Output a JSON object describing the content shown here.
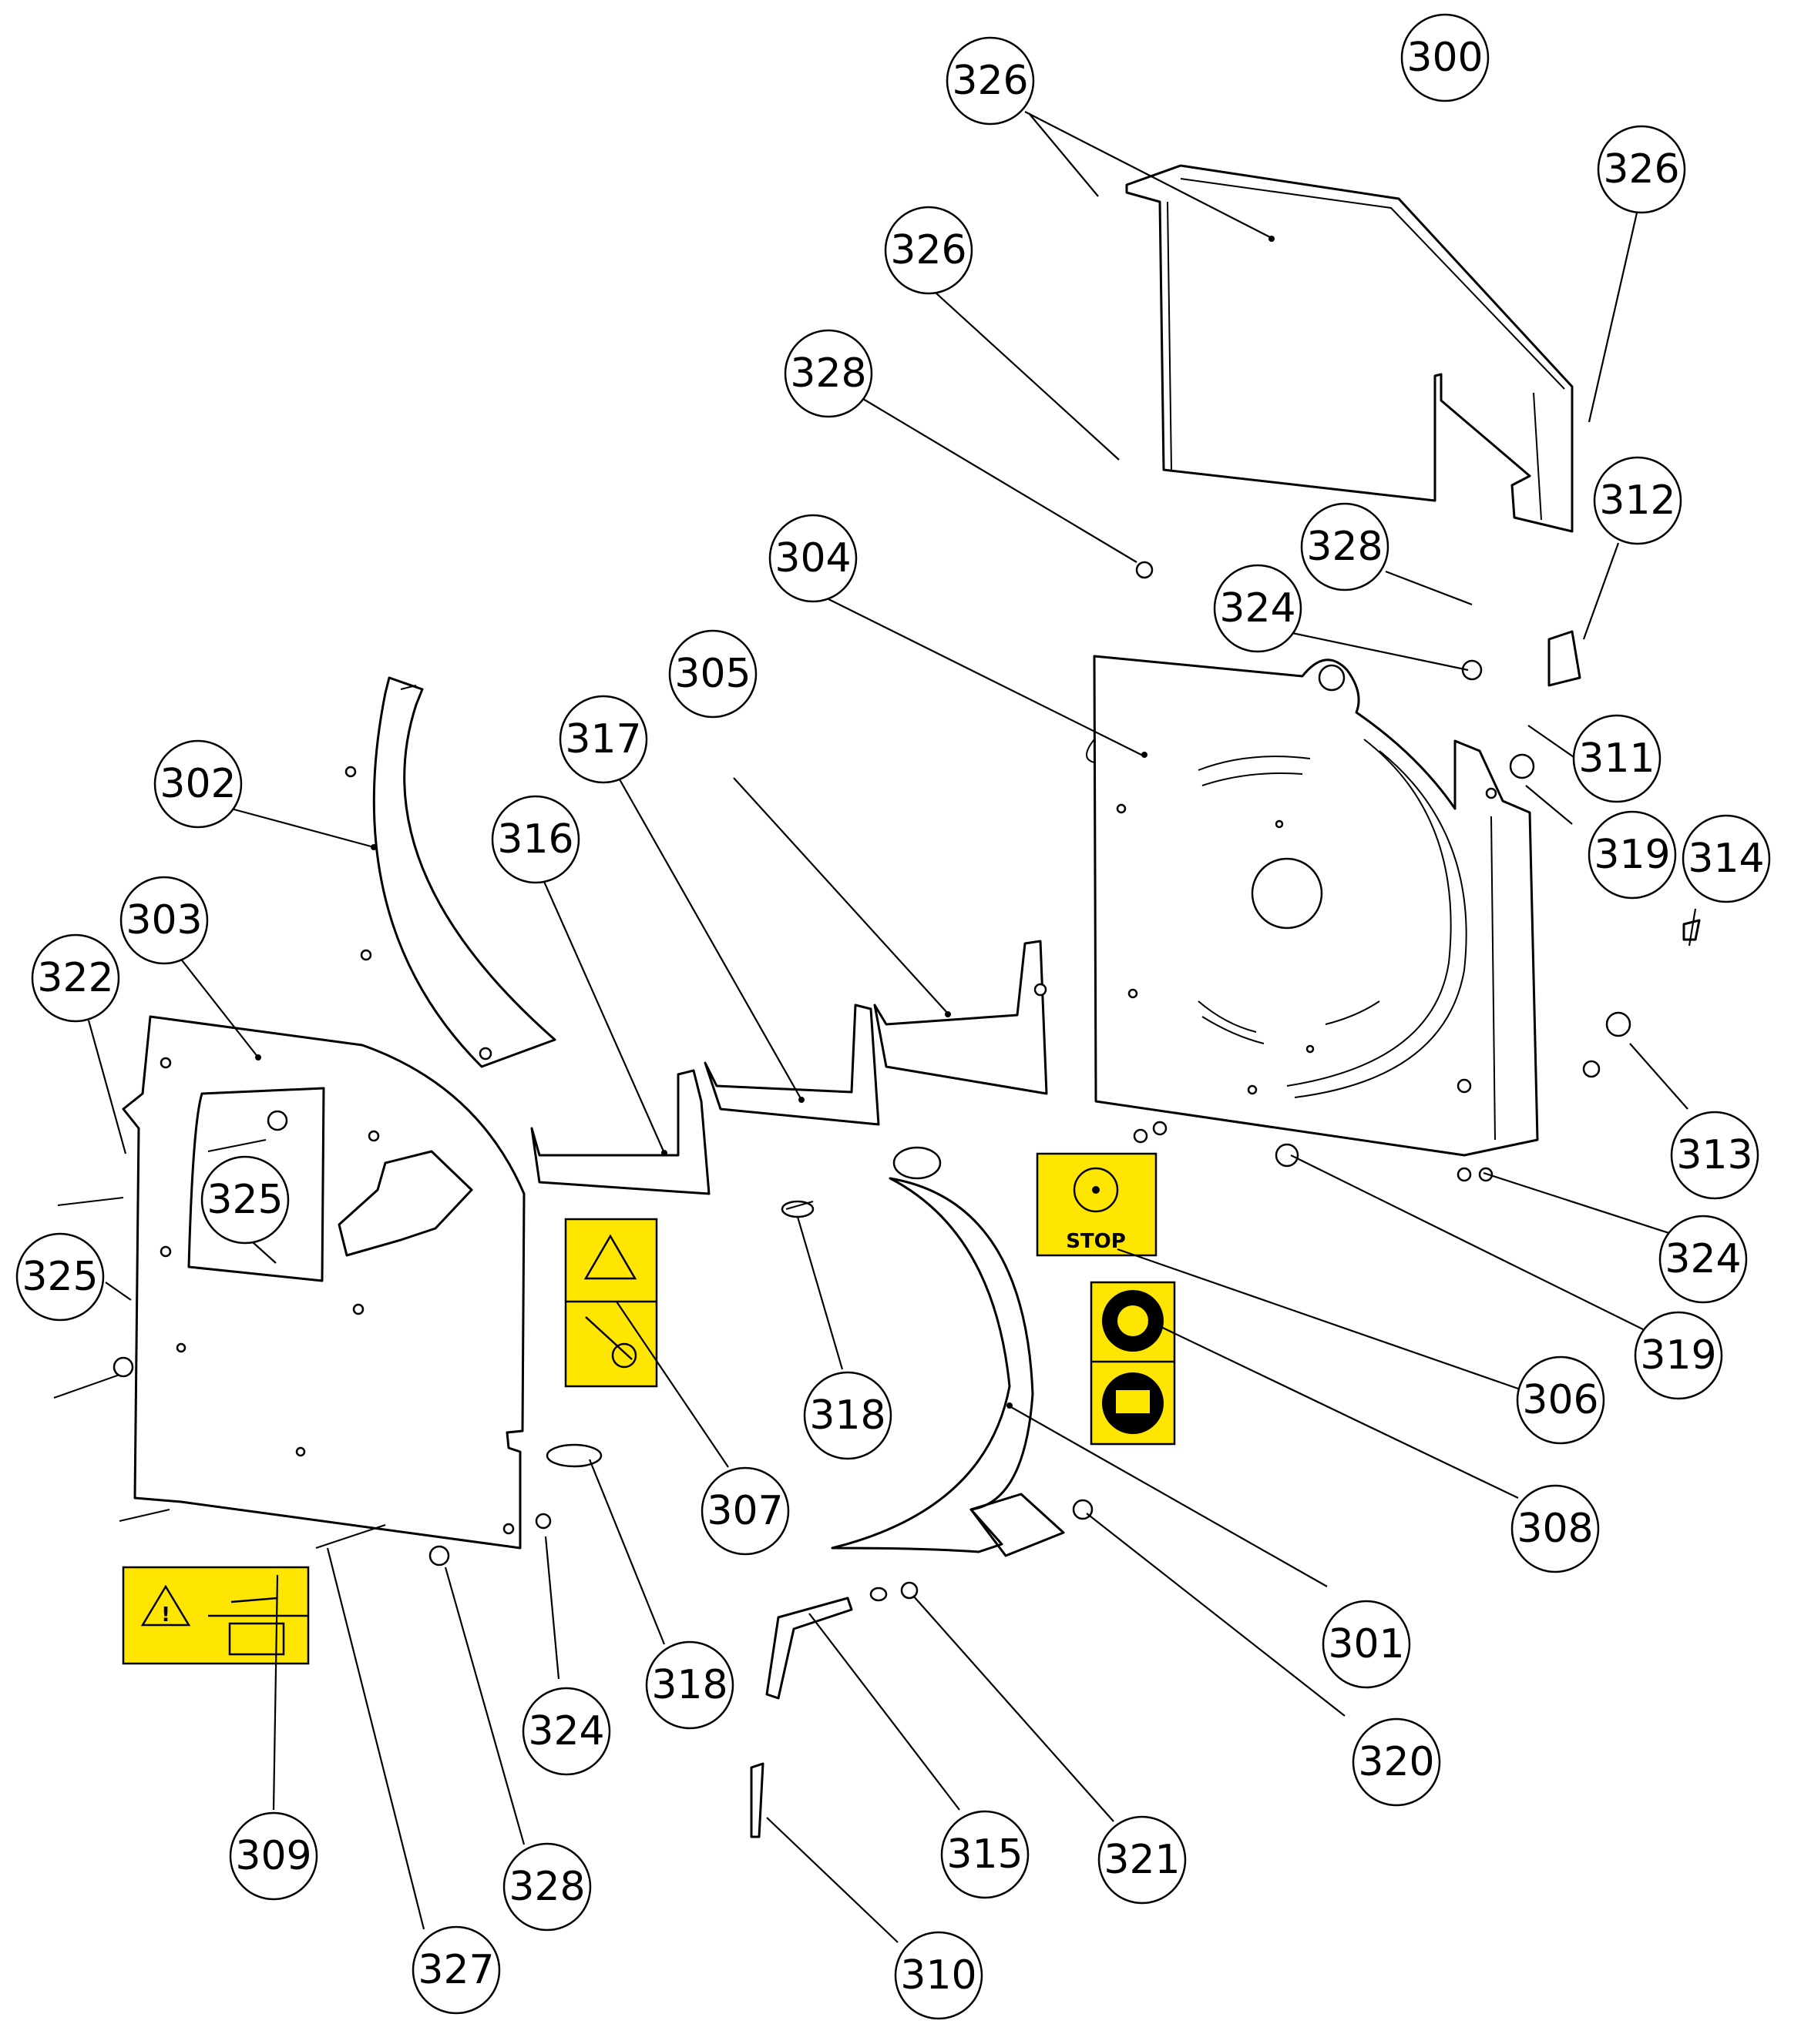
{
  "callouts": [
    {
      "id": "c300",
      "label": "300"
    },
    {
      "id": "c326a",
      "label": "326"
    },
    {
      "id": "c326b",
      "label": "326"
    },
    {
      "id": "c326c",
      "label": "326"
    },
    {
      "id": "c328a",
      "label": "328"
    },
    {
      "id": "c328b",
      "label": "328"
    },
    {
      "id": "c312",
      "label": "312"
    },
    {
      "id": "c304",
      "label": "304"
    },
    {
      "id": "c324a",
      "label": "324"
    },
    {
      "id": "c311",
      "label": "311"
    },
    {
      "id": "c319a",
      "label": "319"
    },
    {
      "id": "c314",
      "label": "314"
    },
    {
      "id": "c305",
      "label": "305"
    },
    {
      "id": "c317",
      "label": "317"
    },
    {
      "id": "c302",
      "label": "302"
    },
    {
      "id": "c316",
      "label": "316"
    },
    {
      "id": "c303",
      "label": "303"
    },
    {
      "id": "c322",
      "label": "322"
    },
    {
      "id": "c325a",
      "label": "325"
    },
    {
      "id": "c325b",
      "label": "325"
    },
    {
      "id": "c313",
      "label": "313"
    },
    {
      "id": "c324b",
      "label": "324"
    },
    {
      "id": "c319b",
      "label": "319"
    },
    {
      "id": "c306",
      "label": "306"
    },
    {
      "id": "c318a",
      "label": "318"
    },
    {
      "id": "c307",
      "label": "307"
    },
    {
      "id": "c308",
      "label": "308"
    },
    {
      "id": "c301",
      "label": "301"
    },
    {
      "id": "c318b",
      "label": "318"
    },
    {
      "id": "c324c",
      "label": "324"
    },
    {
      "id": "c320",
      "label": "320"
    },
    {
      "id": "c309",
      "label": "309"
    },
    {
      "id": "c328c",
      "label": "328"
    },
    {
      "id": "c315",
      "label": "315"
    },
    {
      "id": "c321",
      "label": "321"
    },
    {
      "id": "c327",
      "label": "327"
    },
    {
      "id": "c310",
      "label": "310"
    }
  ],
  "decals": {
    "stop_text": "STOP"
  }
}
